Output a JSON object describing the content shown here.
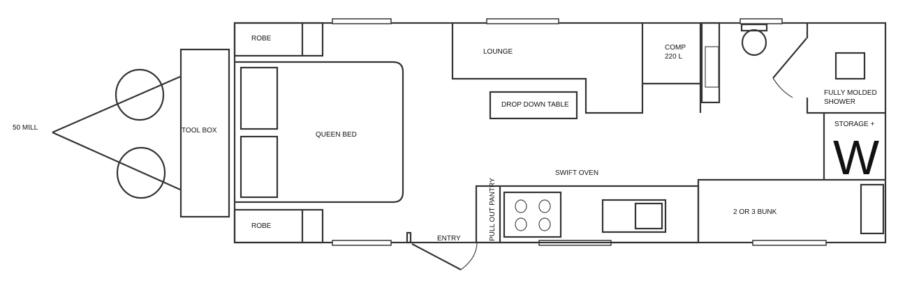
{
  "labels": {
    "hitch": "50 MILL",
    "tool_box": "TOOL BOX",
    "robe_top": "ROBE",
    "robe_bottom": "ROBE",
    "queen_bed": "QUEEN BED",
    "lounge": "LOUNGE",
    "drop_down_table": "DROP DOWN TABLE",
    "comp_line1": "COMP",
    "comp_line2": "220 L",
    "shower_line1": "FULLY MOLDED",
    "shower_line2": "SHOWER",
    "storage": "STORAGE +",
    "washer": "W",
    "bunk": "2 OR 3 BUNK",
    "oven": "SWIFT OVEN",
    "pantry": "PULL OUT PANTRY",
    "entry": "ENTRY"
  }
}
